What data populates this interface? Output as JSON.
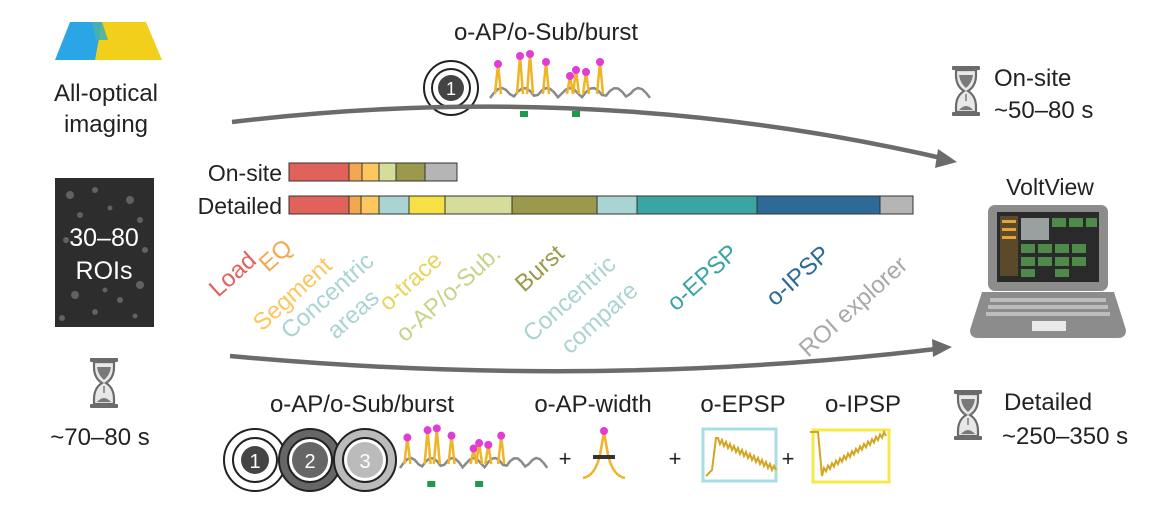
{
  "left_panel": {
    "title_line1": "All-optical",
    "title_line2": "imaging",
    "roi_line1": "30–80",
    "roi_line2": "ROIs",
    "time": "~70–80 s"
  },
  "top_pipeline": {
    "title": "o-AP/o-Sub/burst",
    "badge": "1"
  },
  "bars": {
    "onsite_label": "On-site",
    "detailed_label": "Detailed",
    "onsite_segments": [
      {
        "color": "#e0625a",
        "w": 60
      },
      {
        "color": "#f3a84f",
        "w": 13
      },
      {
        "color": "#fbc75e",
        "w": 17
      },
      {
        "color": "#d6dd9a",
        "w": 17
      },
      {
        "color": "#9b9a4c",
        "w": 29
      },
      {
        "color": "#b5b5b5",
        "w": 32
      }
    ],
    "detailed_segments": [
      {
        "color": "#e0625a",
        "w": 60
      },
      {
        "color": "#f3a84f",
        "w": 12
      },
      {
        "color": "#fbc75e",
        "w": 18
      },
      {
        "color": "#a9d4d2",
        "w": 30
      },
      {
        "color": "#f6e045",
        "w": 36
      },
      {
        "color": "#d6dd9a",
        "w": 67
      },
      {
        "color": "#9b9a4c",
        "w": 85
      },
      {
        "color": "#a9d4d2",
        "w": 40
      },
      {
        "color": "#3aa5a3",
        "w": 120
      },
      {
        "color": "#2e6a97",
        "w": 123
      },
      {
        "color": "#b5b5b5",
        "w": 33
      }
    ]
  },
  "step_labels": [
    {
      "id": "load",
      "text": "Load",
      "color": "#e0625a"
    },
    {
      "id": "eq",
      "text": "EQ",
      "color": "#f3a84f"
    },
    {
      "id": "segment",
      "text": "Segment",
      "color": "#fbc75e"
    },
    {
      "id": "concentric-areas-1",
      "text": "Concentric",
      "color": "#a9d4d2"
    },
    {
      "id": "concentric-areas-2",
      "text": "areas",
      "color": "#a9d4d2"
    },
    {
      "id": "o-trace",
      "text": "o-trace",
      "color": "#e7d65a"
    },
    {
      "id": "o-ap-o-sub",
      "text": "o-AP/o-Sub.",
      "color": "#c8d48c"
    },
    {
      "id": "burst",
      "text": "Burst",
      "color": "#9b9a4c"
    },
    {
      "id": "concentric-compare-1",
      "text": "Concentric",
      "color": "#a9d4d2"
    },
    {
      "id": "concentric-compare-2",
      "text": "compare",
      "color": "#a9d4d2"
    },
    {
      "id": "o-epsp",
      "text": "o-EPSP",
      "color": "#3aa5a3"
    },
    {
      "id": "o-ipsp",
      "text": "o-IPSP",
      "color": "#2e6a97"
    },
    {
      "id": "roi-explorer",
      "text": "ROI explorer",
      "color": "#a8a8a8"
    }
  ],
  "right_panel": {
    "onsite_time_line1": "On-site",
    "onsite_time_line2": "~50–80 s",
    "app_name": "VoltView",
    "detailed_time_line1": "Detailed",
    "detailed_time_line2": "~250–350 s"
  },
  "bottom_pipeline": {
    "title1": "o-AP/o-Sub/burst",
    "title2": "o-AP-width",
    "title3": "o-EPSP",
    "title4": "o-IPSP",
    "badges": [
      "1",
      "2",
      "3"
    ],
    "plus": "+"
  },
  "colors": {
    "arrow": "#6b6b6b",
    "trace": "#8a8a8a",
    "spike": "#f0b427",
    "peak": "#e23bd6",
    "burst_mark": "#1f9a4b",
    "epsp_box": "#a9dde4",
    "ipsp_box": "#f6e84a"
  }
}
